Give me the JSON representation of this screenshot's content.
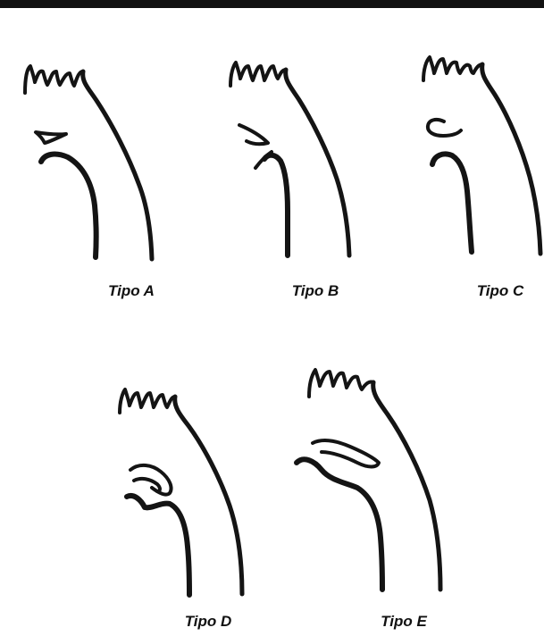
{
  "panels": [
    {
      "id": "a",
      "label": "Tipo A"
    },
    {
      "id": "b",
      "label": "Tipo B"
    },
    {
      "id": "c",
      "label": "Tipo C"
    },
    {
      "id": "d",
      "label": "Tipo D"
    },
    {
      "id": "e",
      "label": "Tipo E"
    }
  ]
}
